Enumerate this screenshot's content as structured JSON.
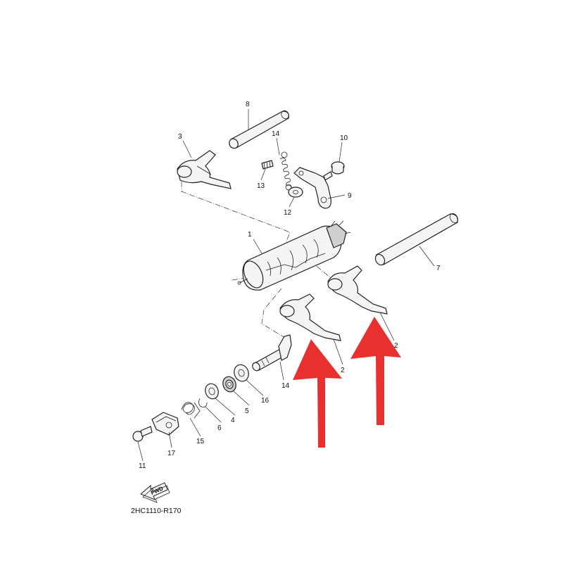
{
  "diagram": {
    "callouts": [
      "1",
      "2",
      "2",
      "3",
      "4",
      "5",
      "6",
      "7",
      "8",
      "9",
      "10",
      "11",
      "12",
      "13",
      "14",
      "14",
      "15",
      "16",
      "17"
    ],
    "fwd_label": "FWD",
    "diagram_code": "2HC1110-R170",
    "annotation_color": "#e8302f"
  }
}
